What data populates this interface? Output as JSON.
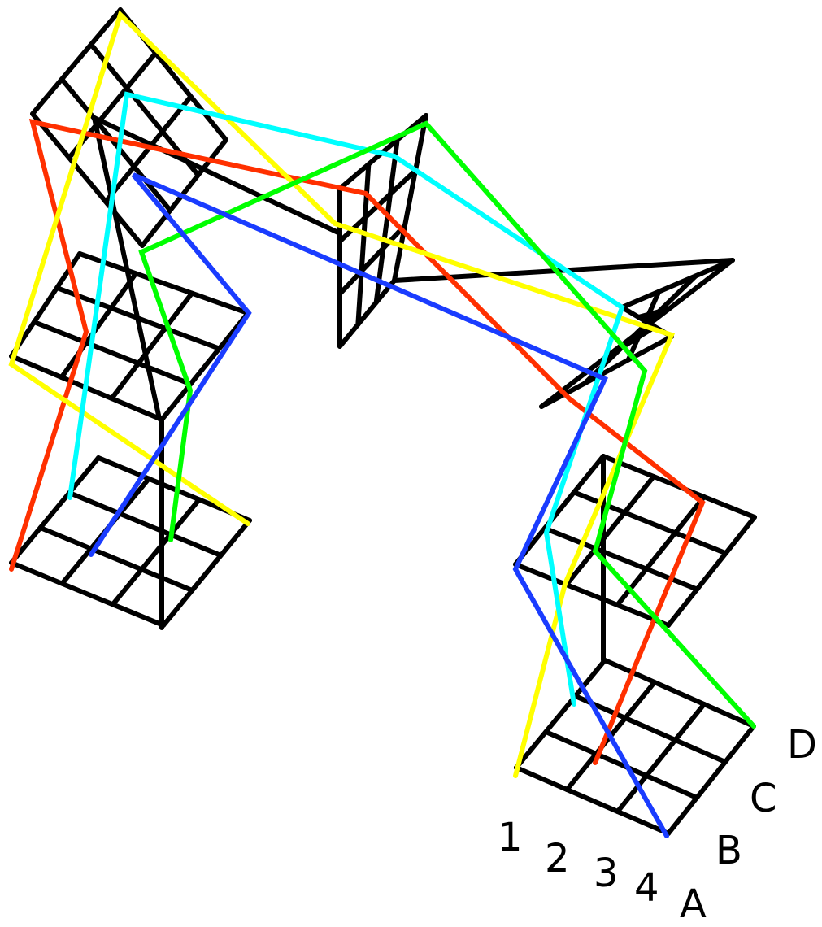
{
  "axis_labels": {
    "columns": [
      "1",
      "2",
      "3",
      "4"
    ],
    "rows": [
      "A",
      "B",
      "C",
      "D"
    ]
  },
  "paths": [
    {
      "color": "#ff3000"
    },
    {
      "color": "#ffff00"
    },
    {
      "color": "#00ffff"
    },
    {
      "color": "#00ff00"
    },
    {
      "color": "#1a3cff"
    }
  ]
}
